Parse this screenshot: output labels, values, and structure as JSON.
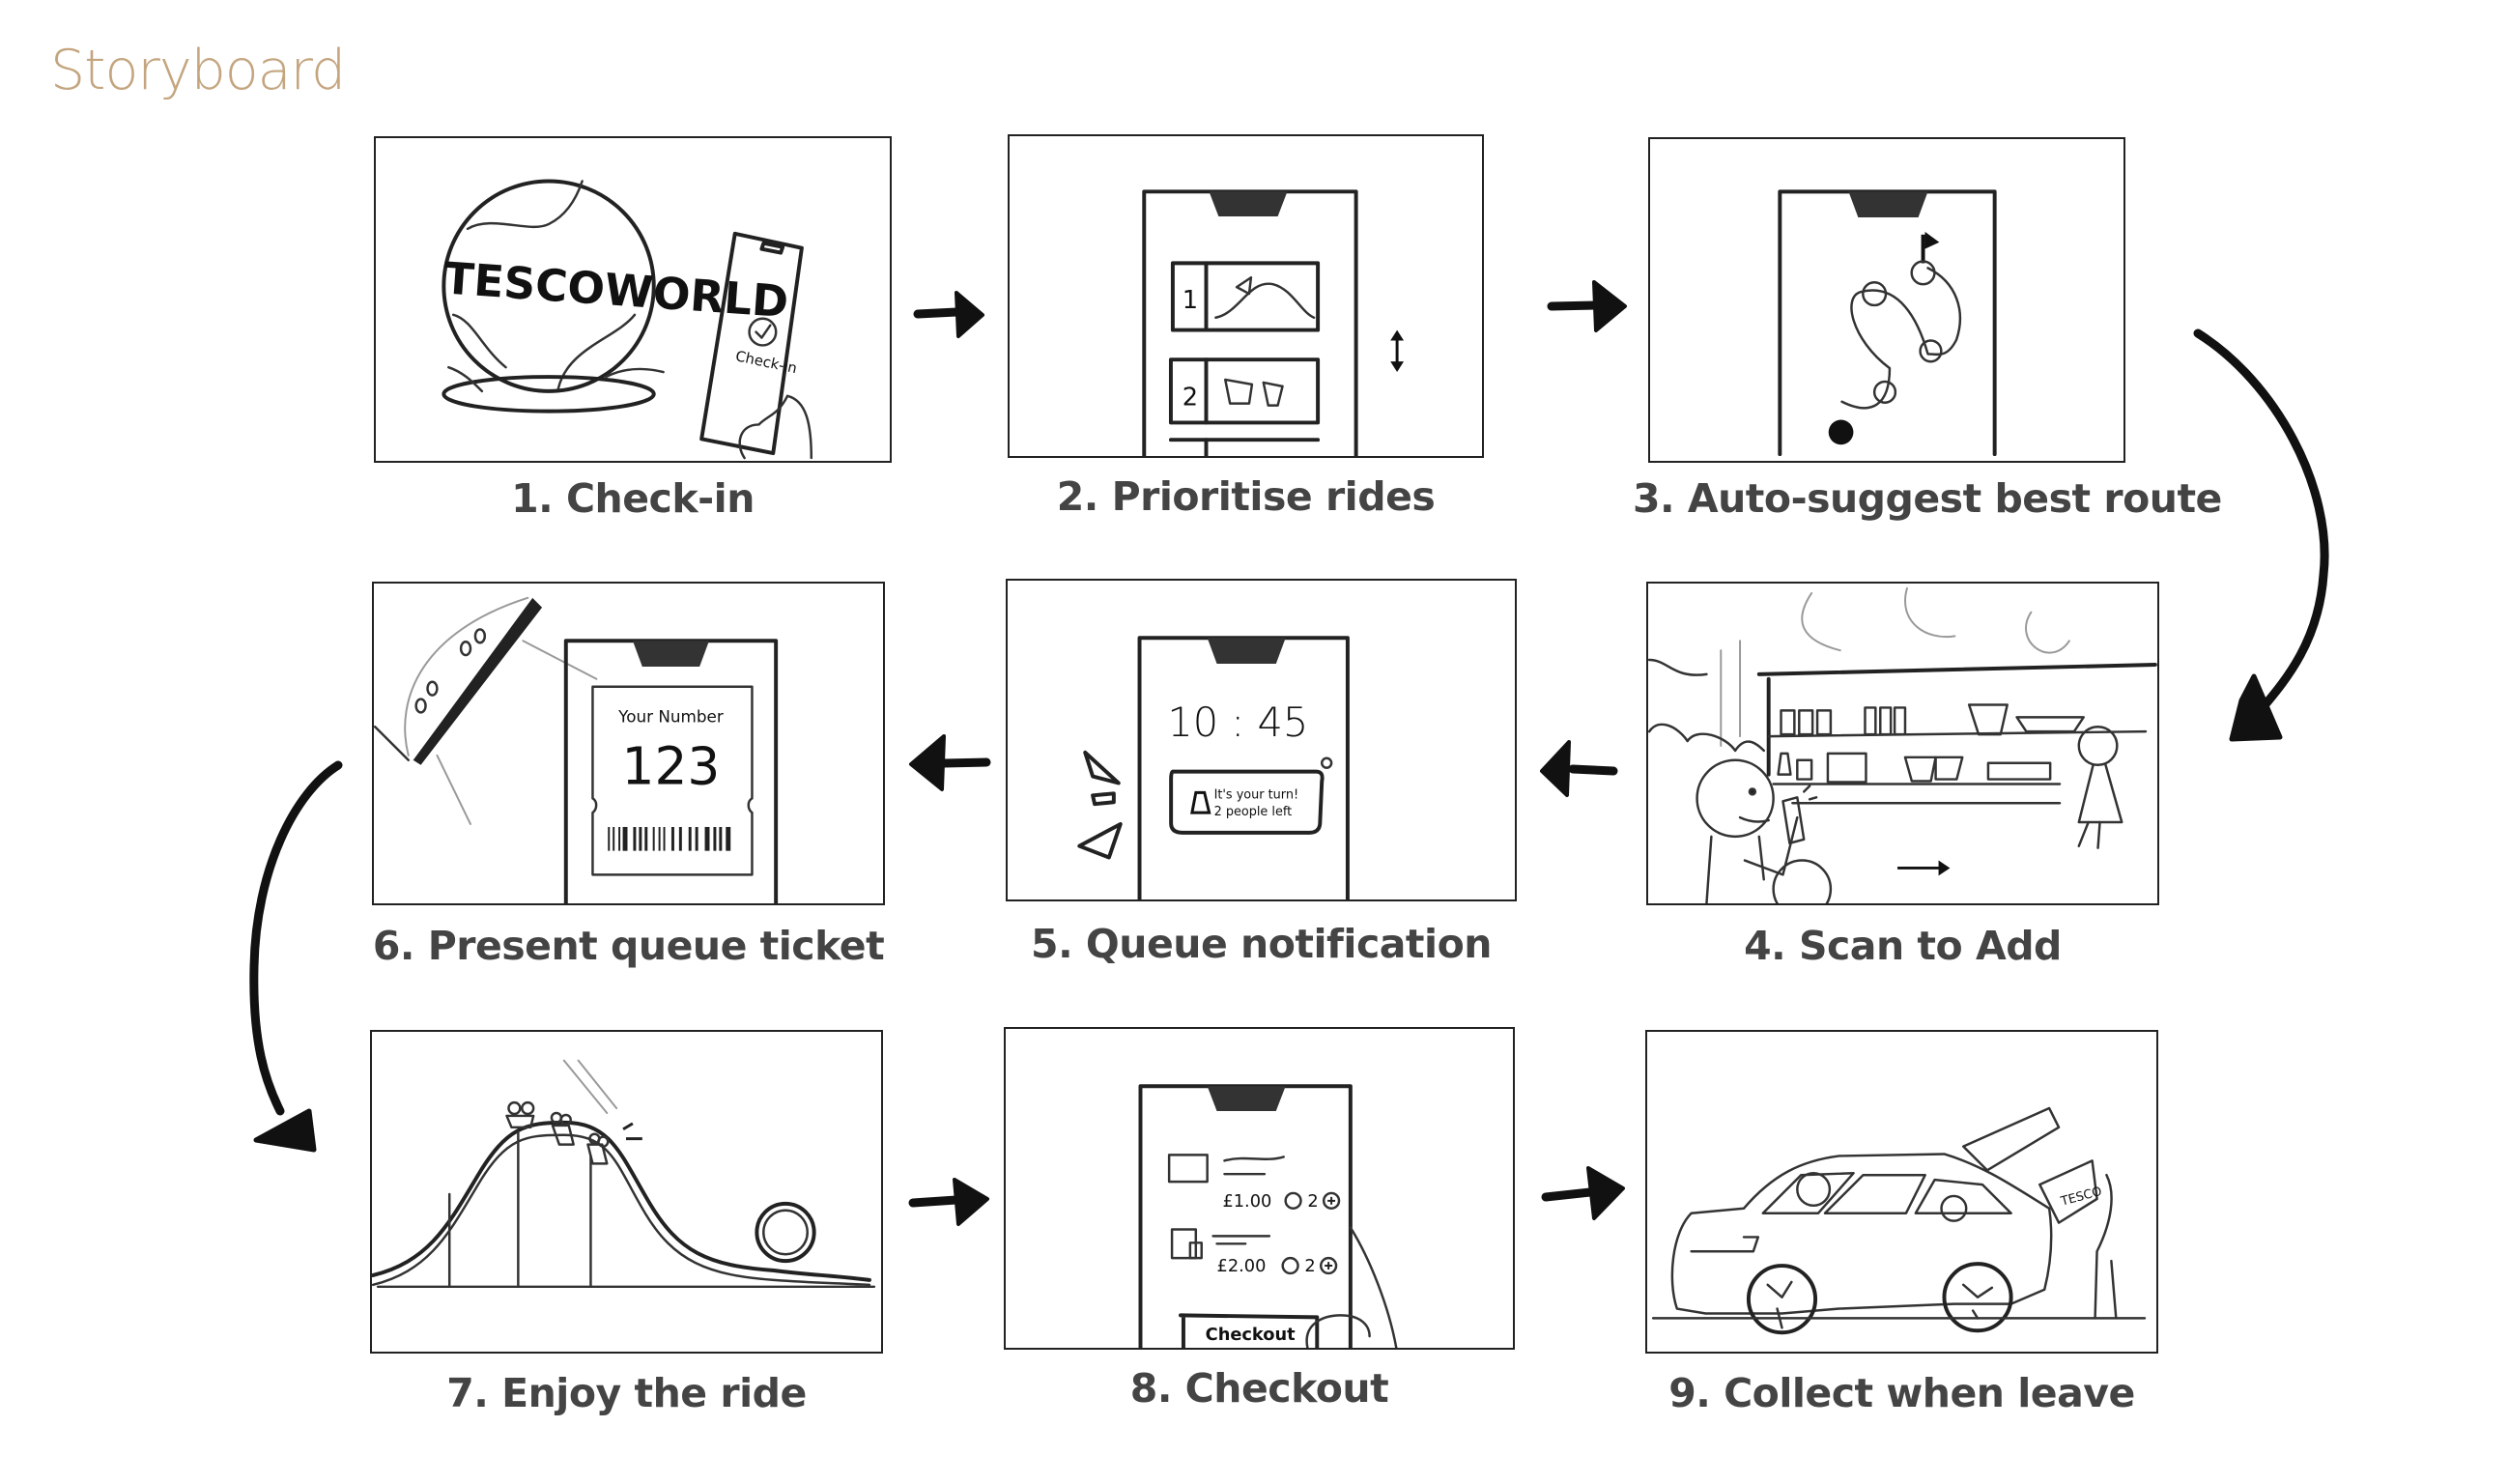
{
  "title": "Storyboard",
  "colors": {
    "title": "#c4a57f",
    "label": "#444444",
    "ink": "#222222"
  },
  "panels": [
    {
      "step": 1,
      "label": "1. Check-in",
      "sketch": {
        "logo_text": "TESCOWORLD",
        "phone_text": "Check-in",
        "icon": "checkmark-circle-icon"
      }
    },
    {
      "step": 2,
      "label": "2. Prioritise rides",
      "sketch": {
        "list_items": [
          "1",
          "2"
        ],
        "icon": "reorder-arrows-icon"
      }
    },
    {
      "step": 3,
      "label": "3. Auto-suggest best route",
      "sketch": {
        "icon": "route-flag-icon"
      }
    },
    {
      "step": 4,
      "label": "4. Scan to Add",
      "sketch": {
        "icon": "phone-scan-icon"
      }
    },
    {
      "step": 5,
      "label": "5. Queue notification",
      "sketch": {
        "time": "10 : 45",
        "notification_line1": "It's your turn!",
        "notification_line2": "2 people left",
        "icon": "bell-icon"
      }
    },
    {
      "step": 6,
      "label": "6. Present queue ticket",
      "sketch": {
        "ticket_heading": "Your Number",
        "ticket_number": "123",
        "icon": "barcode-icon"
      }
    },
    {
      "step": 7,
      "label": "7. Enjoy the ride",
      "sketch": {
        "icon": "rollercoaster-icon"
      }
    },
    {
      "step": 8,
      "label": "8. Checkout",
      "sketch": {
        "items": [
          {
            "price": "£1.00",
            "qty": "2"
          },
          {
            "price": "£2.00",
            "qty": "2"
          }
        ],
        "button": "Checkout"
      }
    },
    {
      "step": 9,
      "label": "9. Collect when leave",
      "sketch": {
        "box_text": "TESCO",
        "icon": "car-icon"
      }
    }
  ],
  "flow_arrows": [
    {
      "from": 1,
      "to": 2,
      "direction": "right"
    },
    {
      "from": 2,
      "to": 3,
      "direction": "right"
    },
    {
      "from": 3,
      "to": 4,
      "direction": "curved-down"
    },
    {
      "from": 4,
      "to": 5,
      "direction": "left"
    },
    {
      "from": 5,
      "to": 6,
      "direction": "left"
    },
    {
      "from": 6,
      "to": 7,
      "direction": "curved-down"
    },
    {
      "from": 7,
      "to": 8,
      "direction": "right"
    },
    {
      "from": 8,
      "to": 9,
      "direction": "right"
    }
  ]
}
